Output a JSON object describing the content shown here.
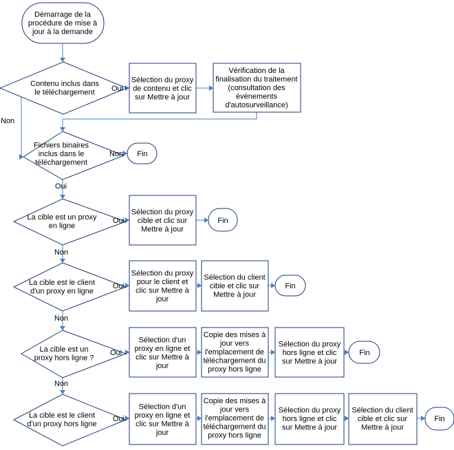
{
  "nodes": {
    "start": [
      "Démarrage de la",
      "procédure de mise à",
      "jour à la demande"
    ],
    "q1": [
      "Contenu inclus dans",
      "le téléchargement"
    ],
    "p1": [
      "Sélection du proxy",
      "de contenu et clic",
      "sur Mettre à jour"
    ],
    "p2": [
      "Vérification de la",
      "finalisation du traitement",
      "(consultation des",
      "événements",
      "d'autosurveillance)"
    ],
    "q2": [
      "Fichiers binaires",
      "inclus dans le",
      "téléchargement"
    ],
    "end1": [
      "Fin"
    ],
    "q3": [
      "La cible est un proxy",
      "en ligne"
    ],
    "p3": [
      "Sélection du proxy",
      "cible et clic sur",
      "Mettre à jour"
    ],
    "end2": [
      "Fin"
    ],
    "q4": [
      "La cible est le client",
      "d'un proxy en ligne"
    ],
    "p4": [
      "Sélection du proxy",
      "pour le client et",
      "clic sur Mettre à",
      "jour"
    ],
    "p5": [
      "Sélection du client",
      "cible et clic sur",
      "Mettre à jour"
    ],
    "end3": [
      "Fin"
    ],
    "q5": [
      "La cible est un",
      "proxy hors ligne ?"
    ],
    "p6": [
      "Sélection d'un",
      "proxy en ligne et",
      "clic sur Mettre à",
      "jour"
    ],
    "p7": [
      "Copie des mises à",
      "jour vers",
      "l'emplacement de",
      "téléchargement du",
      "proxy hors ligne"
    ],
    "p8": [
      "Sélection du proxy",
      "hors ligne et clic",
      "sur Mettre à jour"
    ],
    "end4": [
      "Fin"
    ],
    "q6": [
      "La cible est le client",
      "d'un proxy hors ligne"
    ],
    "p9": [
      "Sélection d'un",
      "proxy en ligne et",
      "clic sur Mettre à",
      "jour"
    ],
    "p10": [
      "Copie des mises à",
      "jour vers",
      "l'emplacement de",
      "téléchargement du",
      "proxy hors ligne"
    ],
    "p11": [
      "Sélection du proxy",
      "hors ligne et clic",
      "sur Mettre à jour"
    ],
    "p12": [
      "Sélection du client",
      "cible et clic sur",
      "Mettre à jour"
    ],
    "end5": [
      "Fin"
    ]
  },
  "edge_labels": {
    "yes": "Oui",
    "no": "Non"
  }
}
